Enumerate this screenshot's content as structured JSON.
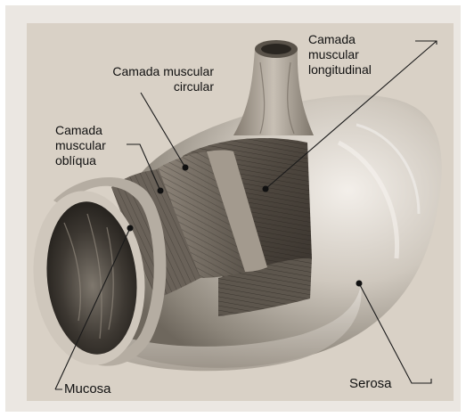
{
  "figure": {
    "labels": {
      "longitudinal": [
        "Camada",
        "muscular",
        "longitudinal"
      ],
      "circular": [
        "Camada muscular",
        "circular"
      ],
      "obliqua": [
        "Camada",
        "muscular",
        "oblíqua"
      ],
      "mucosa": "Mucosa",
      "serosa": "Serosa"
    }
  },
  "colors": {
    "background": "#d9d1c6",
    "frame": "#ebe7e2",
    "serosa_light": "#e8e3dc",
    "serosa_dark": "#8a8378",
    "muscle_dark": "#4a443d",
    "muscle_mid": "#7a7166",
    "leader_line": "#1a1a1a"
  }
}
